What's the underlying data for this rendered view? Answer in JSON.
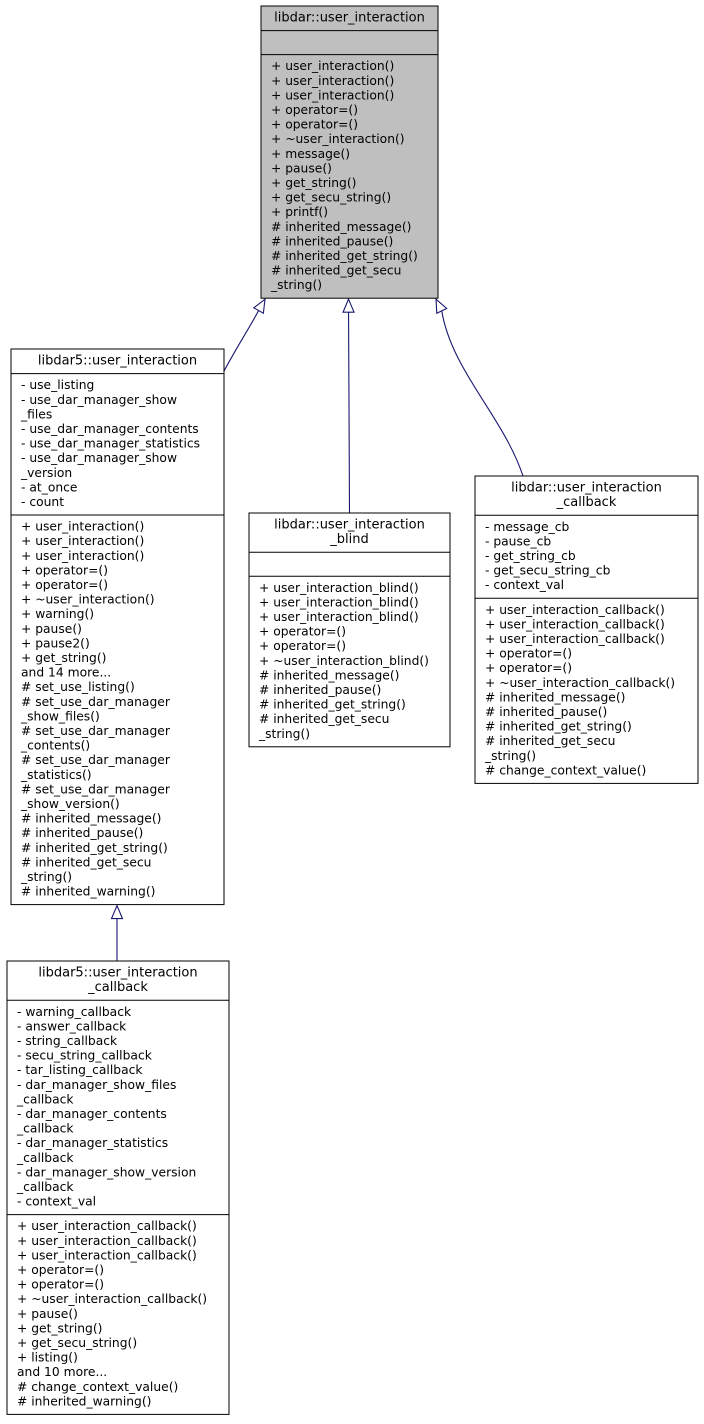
{
  "colors": {
    "highlight_fill": "#bfbfbf",
    "box_fill": "#ffffff",
    "border": "#000000",
    "edge": "#191970"
  },
  "classes": [
    {
      "id": "user_interaction",
      "highlighted": true,
      "name_lines": [
        "libdar::user_interaction"
      ],
      "attributes": [],
      "operations": [
        "+ user_interaction()",
        "+ user_interaction()",
        "+ user_interaction()",
        "+ operator=()",
        "+ operator=()",
        "+ ~user_interaction()",
        "+ message()",
        "+ pause()",
        "+ get_string()",
        "+ get_secu_string()",
        "+ printf()",
        "# inherited_message()",
        "# inherited_pause()",
        "# inherited_get_string()",
        "# inherited_get_secu",
        "_string()"
      ]
    },
    {
      "id": "libdar5_user_interaction",
      "highlighted": false,
      "name_lines": [
        "libdar5::user_interaction"
      ],
      "attributes": [
        "- use_listing",
        "- use_dar_manager_show",
        "_files",
        "- use_dar_manager_contents",
        "- use_dar_manager_statistics",
        "- use_dar_manager_show",
        "_version",
        "- at_once",
        "- count"
      ],
      "operations": [
        "+ user_interaction()",
        "+ user_interaction()",
        "+ user_interaction()",
        "+ operator=()",
        "+ operator=()",
        "+ ~user_interaction()",
        "+ warning()",
        "+ pause()",
        "+ pause2()",
        "+ get_string()",
        "and 14 more...",
        "# set_use_listing()",
        "# set_use_dar_manager",
        "_show_files()",
        "# set_use_dar_manager",
        "_contents()",
        "# set_use_dar_manager",
        "_statistics()",
        "# set_use_dar_manager",
        "_show_version()",
        "# inherited_message()",
        "# inherited_pause()",
        "# inherited_get_string()",
        "# inherited_get_secu",
        "_string()",
        "# inherited_warning()"
      ]
    },
    {
      "id": "user_interaction_blind",
      "highlighted": false,
      "name_lines": [
        "libdar::user_interaction",
        "_blind"
      ],
      "attributes": [],
      "operations": [
        "+ user_interaction_blind()",
        "+ user_interaction_blind()",
        "+ user_interaction_blind()",
        "+ operator=()",
        "+ operator=()",
        "+ ~user_interaction_blind()",
        "# inherited_message()",
        "# inherited_pause()",
        "# inherited_get_string()",
        "# inherited_get_secu",
        "_string()"
      ]
    },
    {
      "id": "user_interaction_callback",
      "highlighted": false,
      "name_lines": [
        "libdar::user_interaction",
        "_callback"
      ],
      "attributes": [
        "- message_cb",
        "- pause_cb",
        "- get_string_cb",
        "- get_secu_string_cb",
        "- context_val"
      ],
      "operations": [
        "+ user_interaction_callback()",
        "+ user_interaction_callback()",
        "+ user_interaction_callback()",
        "+ operator=()",
        "+ operator=()",
        "+ ~user_interaction_callback()",
        "# inherited_message()",
        "# inherited_pause()",
        "# inherited_get_string()",
        "# inherited_get_secu",
        "_string()",
        "# change_context_value()"
      ]
    },
    {
      "id": "libdar5_user_interaction_callback",
      "highlighted": false,
      "name_lines": [
        "libdar5::user_interaction",
        "_callback"
      ],
      "attributes": [
        "- warning_callback",
        "- answer_callback",
        "- string_callback",
        "- secu_string_callback",
        "- tar_listing_callback",
        "- dar_manager_show_files",
        "_callback",
        "- dar_manager_contents",
        "_callback",
        "- dar_manager_statistics",
        "_callback",
        "- dar_manager_show_version",
        "_callback",
        "- context_val"
      ],
      "operations": [
        "+ user_interaction_callback()",
        "+ user_interaction_callback()",
        "+ user_interaction_callback()",
        "+ operator=()",
        "+ operator=()",
        "+ ~user_interaction_callback()",
        "+ pause()",
        "+ get_string()",
        "+ get_secu_string()",
        "+ listing()",
        "and 10 more...",
        "# change_context_value()",
        "# inherited_warning()"
      ]
    }
  ],
  "inheritance": [
    {
      "child": "libdar5_user_interaction",
      "parent": "user_interaction"
    },
    {
      "child": "user_interaction_blind",
      "parent": "user_interaction"
    },
    {
      "child": "user_interaction_callback",
      "parent": "user_interaction"
    },
    {
      "child": "libdar5_user_interaction_callback",
      "parent": "libdar5_user_interaction"
    }
  ]
}
